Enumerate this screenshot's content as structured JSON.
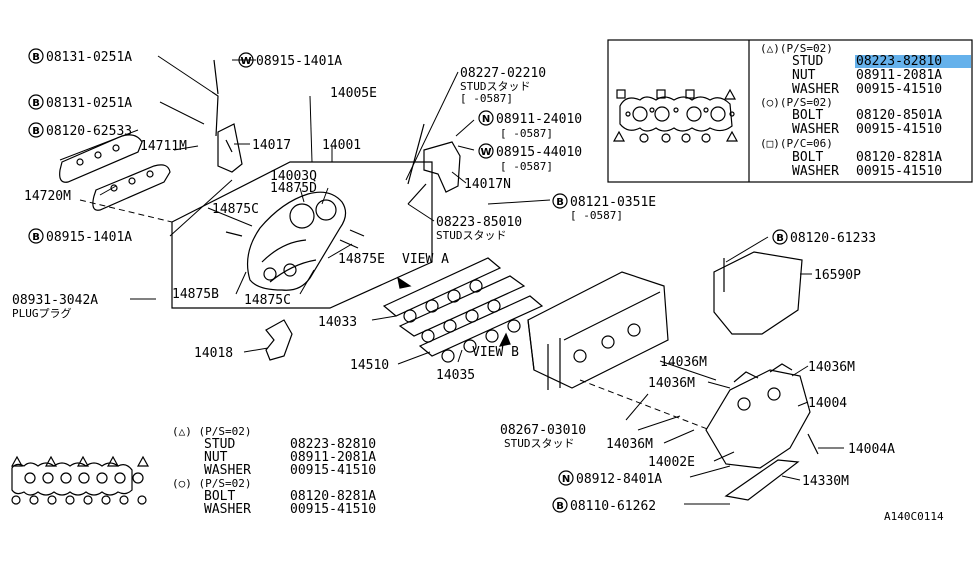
{
  "labels": {
    "b08131_0251a_1": "08131-0251A",
    "w08915_1401a_top": "08915-1401A",
    "s08227_02210": "08227-02210",
    "studsud_1": "STUDスタッド",
    "range_0587_1": "[    -0587]",
    "p14005e": "14005E",
    "b08131_0251a_2": "08131-0251A",
    "n08911_24010": "08911-24010",
    "range_0587_2": "[    -0587]",
    "w08915_44010": "08915-44010",
    "range_0587_3": "[    -0587]",
    "b08120_62533": "08120-62533",
    "p14711m": "14711M",
    "p14017": "14017",
    "p14001": "14001",
    "p14003q": "14003Q",
    "p14875d": "14875D",
    "p14017n": "14017N",
    "p14720m": "14720M",
    "b08121_0351e": "08121-0351E",
    "range_0587_4": "[    -0587]",
    "p14875c_1": "14875C",
    "s08223_85010": "08223-85010",
    "studsud_2": "STUDスタッド",
    "b08915_1401a": "08915-1401A",
    "p14875e": "14875E",
    "view_a": "VIEW A",
    "b08120_61233": "08120-61233",
    "p16590p": "16590P",
    "s08931_3042a": "08931-3042A",
    "plug": "PLUGプラグ",
    "p14875b": "14875B",
    "p14875c_2": "14875C",
    "p14033": "14033",
    "p14018": "14018",
    "p14510": "14510",
    "view_b": "VIEW B",
    "p14035": "14035",
    "p14036m_1": "14036M",
    "p14036m_2": "14036M",
    "p14036m_3": "14036M",
    "p14036m_4": "14036M",
    "p14004": "14004",
    "s08267_03010": "08267-03010",
    "studsud_3": "STUDスタッド",
    "p14002e": "14002E",
    "p14004a": "14004A",
    "n08912_8401a": "08912-8401A",
    "p14330m": "14330M",
    "b08110_61262": "08110-61262",
    "diagram_code": "A140C0114"
  },
  "top_table": {
    "r1": "(△)(P/S=02)",
    "r2a": "STUD",
    "r2b": "08223-82810",
    "r3a": "NUT",
    "r3b": "08911-2081A",
    "r4a": "WASHER",
    "r4b": "00915-41510",
    "r5": "(○)(P/S=02)",
    "r6a": "BOLT",
    "r6b": "08120-8501A",
    "r7a": "WASHER",
    "r7b": "00915-41510",
    "r8": "(□)(P/C=06)",
    "r9a": "BOLT",
    "r9b": "08120-8281A",
    "r10a": "WASHER",
    "r10b": "00915-41510"
  },
  "bottom_table": {
    "r1": "(△)  (P/S=02)",
    "r2a": "STUD",
    "r2b": "08223-82810",
    "r3a": "NUT",
    "r3b": "08911-2081A",
    "r4a": "WASHER",
    "r4b": "00915-41510",
    "r5": "(○)  (P/S=02)",
    "r6a": "BOLT",
    "r6b": "08120-8281A",
    "r7a": "WASHER",
    "r7b": "00915-41510"
  },
  "marks": {
    "b": "B",
    "w": "W",
    "n": "N"
  },
  "colors": {
    "line": "#000000",
    "highlight": "#4aa3e8",
    "background": "#ffffff"
  }
}
